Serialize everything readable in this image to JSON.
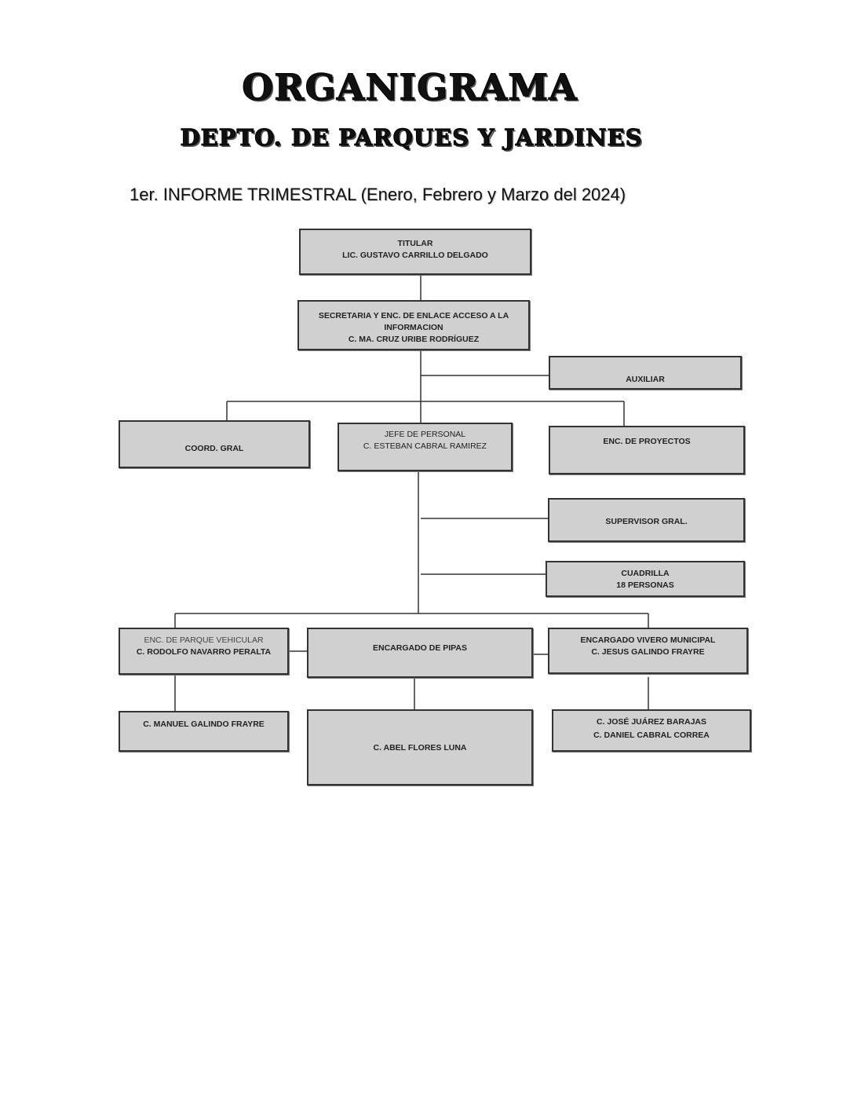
{
  "header": {
    "title": "ORGANIGRAMA",
    "subtitle": "DEPTO. DE  PARQUES Y JARDINES",
    "report": "1er. INFORME TRIMESTRAL (Enero, Febrero y Marzo del 2024)"
  },
  "nodes": {
    "titular": [
      "TITULAR",
      "LIC. GUSTAVO CARRILLO DELGADO"
    ],
    "secretaria": [
      "SECRETARIA Y ENC. DE ENLACE ACCESO A LA",
      "INFORMACION",
      "C. MA. CRUZ URIBE RODRÍGUEZ"
    ],
    "auxiliar": [
      "AUXILIAR"
    ],
    "coord": [
      "COORD. GRAL"
    ],
    "jefe": [
      "JEFE DE PERSONAL",
      "C. ESTEBAN CABRAL RAMIREZ"
    ],
    "proyectos": [
      "ENC. DE PROYECTOS"
    ],
    "supervisor": [
      "SUPERVISOR GRAL."
    ],
    "cuadrilla": [
      "CUADRILLA",
      "18 PERSONAS"
    ],
    "vehicular": [
      "ENC. DE PARQUE VEHICULAR",
      "C. RODOLFO NAVARRO PERALTA"
    ],
    "pipas": [
      "ENCARGADO DE PIPAS"
    ],
    "vivero": [
      "ENCARGADO VIVERO MUNICIPAL",
      "C. JESUS GALINDO FRAYRE"
    ],
    "manuel": [
      "C. MANUEL GALINDO FRAYRE"
    ],
    "abel": [
      "C. ABEL FLORES LUNA"
    ],
    "jose": [
      "C. JOSÉ JUÁREZ BARAJAS",
      "C. DANIEL CABRAL CORREA"
    ]
  }
}
